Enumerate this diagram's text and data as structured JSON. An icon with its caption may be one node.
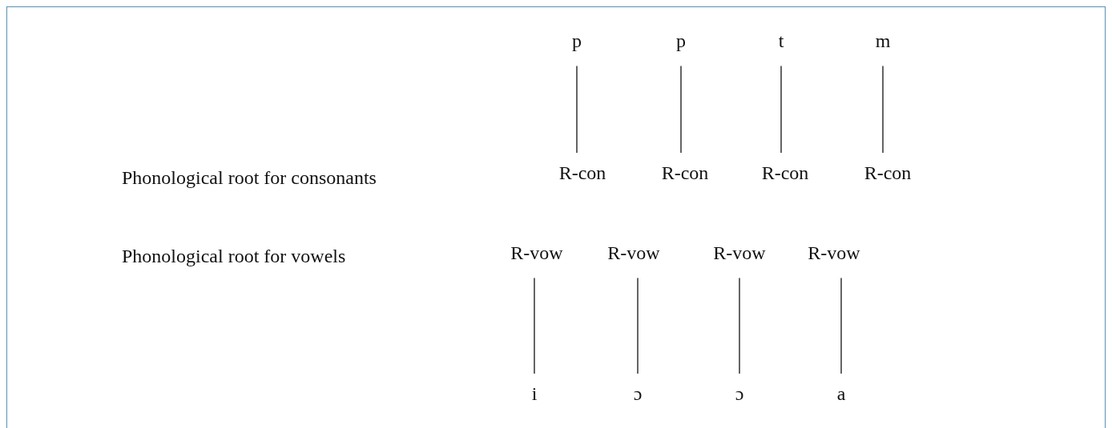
{
  "diagram": {
    "nodes": [
      {
        "text": [
          "p"
        ]
      },
      {
        "text": [
          "p"
        ]
      },
      {
        "text": [
          "t"
        ]
      },
      {
        "text": [
          "m"
        ]
      },
      {
        "text": [
          "R-con"
        ]
      },
      {
        "text": [
          "R-con"
        ]
      },
      {
        "text": [
          "R-con"
        ]
      },
      {
        "text": [
          "R-con"
        ]
      },
      {
        "text": [
          "R-vow"
        ]
      },
      {
        "text": [
          "R-vow"
        ]
      },
      {
        "text": [
          "R-vow"
        ]
      },
      {
        "text": [
          "R-vow"
        ]
      },
      {
        "text": [
          "i"
        ]
      },
      {
        "text": [
          "ɔ"
        ]
      },
      {
        "text": [
          "ɔ"
        ]
      },
      {
        "text": [
          "a"
        ]
      }
    ],
    "edges": [
      {
        "from": 0,
        "to": 4,
        "arrow": "none"
      },
      {
        "from": 1,
        "to": 5,
        "arrow": "none"
      },
      {
        "from": 2,
        "to": 6,
        "arrow": "none"
      },
      {
        "from": 3,
        "to": 7,
        "arrow": "none"
      },
      {
        "from": 8,
        "to": 12,
        "arrow": "none"
      },
      {
        "from": 9,
        "to": 13,
        "arrow": "none"
      },
      {
        "from": 10,
        "to": 14,
        "arrow": "none"
      },
      {
        "from": 11,
        "to": 15,
        "arrow": "none"
      }
    ],
    "labels": [
      "Phonological root for consonants",
      "Phonological root for vowels"
    ]
  }
}
